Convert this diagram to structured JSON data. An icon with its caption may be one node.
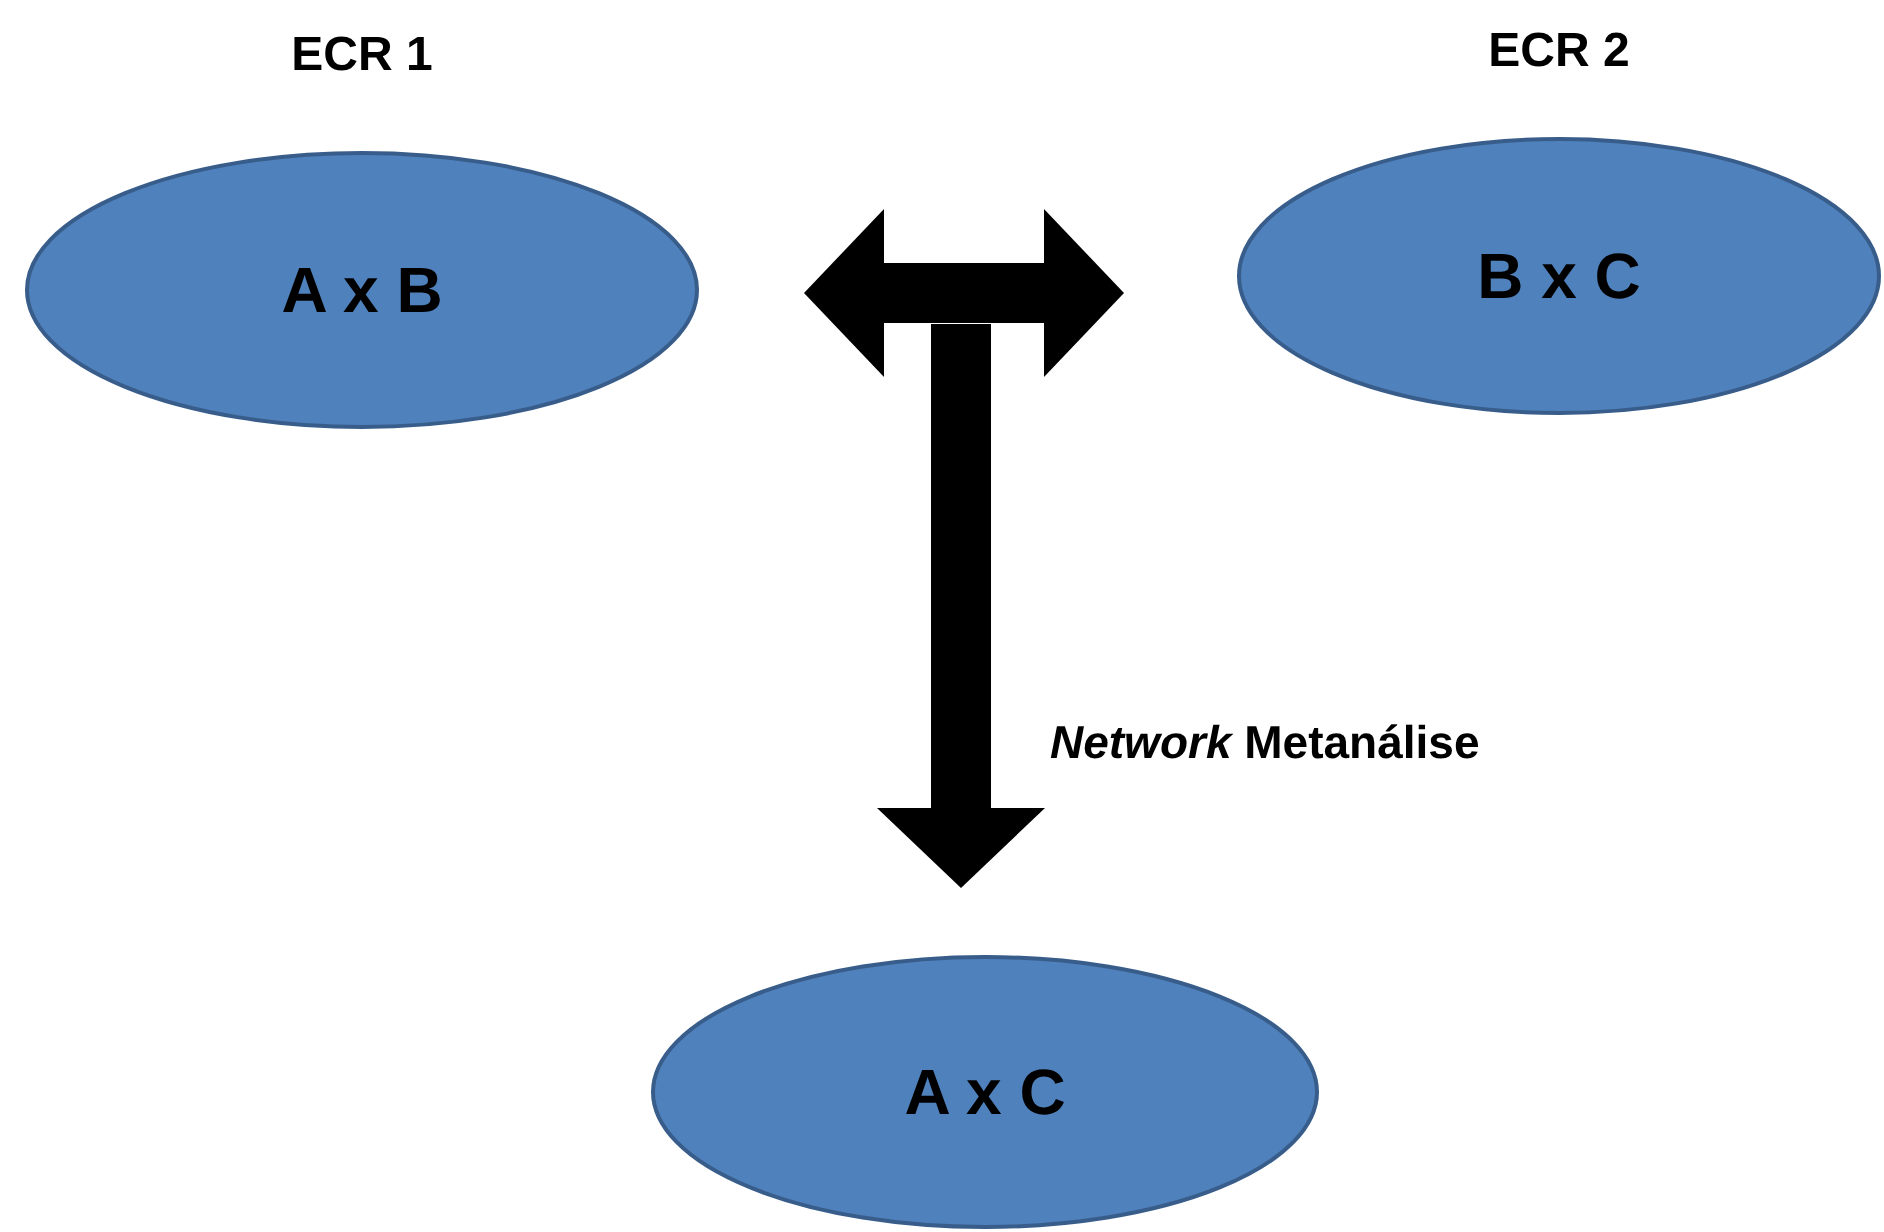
{
  "diagram": {
    "nodes": [
      {
        "text": [
          "ECR 1",
          "A x B"
        ]
      },
      {
        "text": [
          "ECR 2",
          "B x C"
        ]
      },
      {
        "text": [
          "A x C"
        ]
      }
    ],
    "edges": [
      {
        "from": 0,
        "to": 1,
        "arrow": "both"
      },
      {
        "from": null,
        "to": 2,
        "arrow": "to",
        "label": "*Network* Metanálise"
      }
    ]
  }
}
